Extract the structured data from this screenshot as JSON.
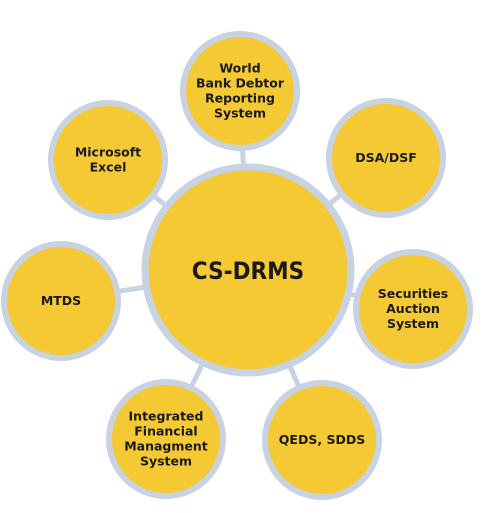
{
  "center": {
    "label": "CS-DRMS"
  },
  "satellites": [
    {
      "id": "world-bank",
      "lines": [
        "World",
        "Bank Debtor",
        "Reporting",
        "System"
      ]
    },
    {
      "id": "dsa-dsf",
      "lines": [
        "DSA/DSF"
      ]
    },
    {
      "id": "securities-auction",
      "lines": [
        "Securities",
        "Auction",
        "System"
      ]
    },
    {
      "id": "qeds-sdds",
      "lines": [
        "QEDS, SDDS"
      ]
    },
    {
      "id": "ifms",
      "lines": [
        "Integrated",
        "Financial",
        "Managment",
        "System"
      ]
    },
    {
      "id": "mtds",
      "lines": [
        "MTDS"
      ]
    },
    {
      "id": "microsoft-excel",
      "lines": [
        "Microsoft",
        "Excel"
      ]
    }
  ],
  "colors": {
    "fill": "#F5C933",
    "ring": "#C7D2E2",
    "connector": "#C7D2E2",
    "text": "#1a1a1a"
  }
}
